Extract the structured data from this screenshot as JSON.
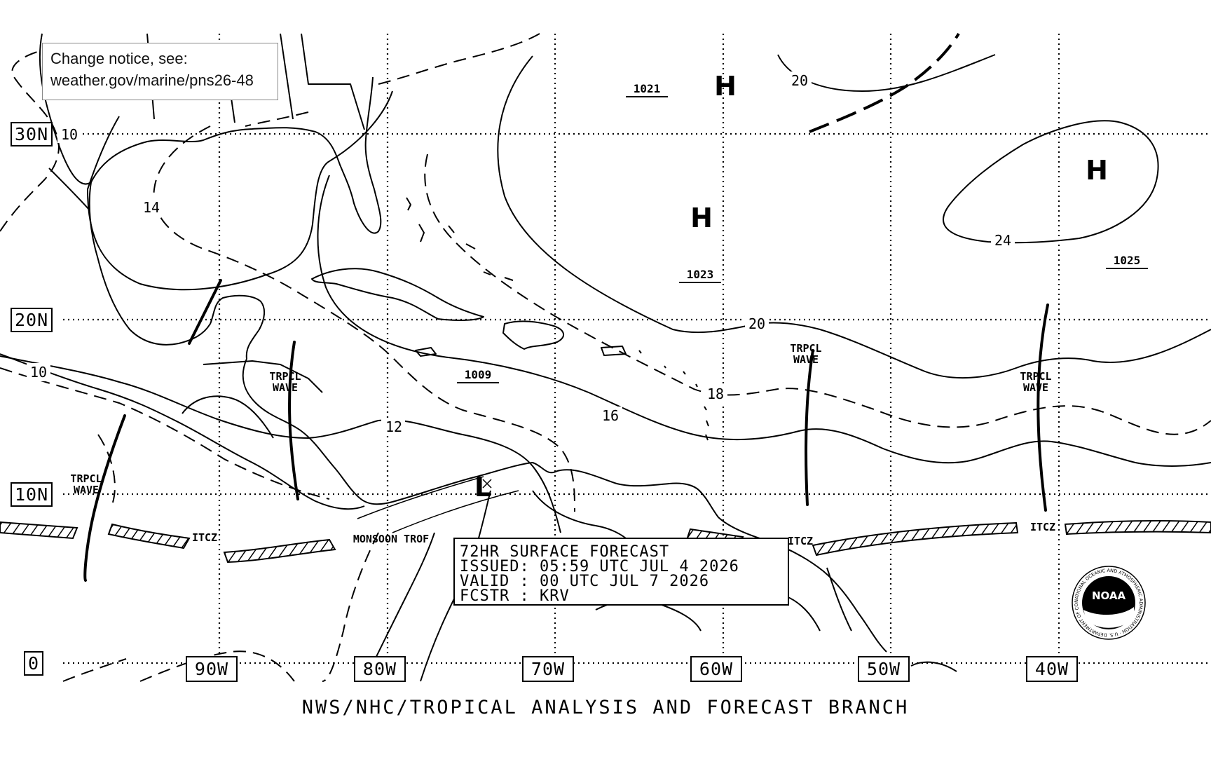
{
  "notice": {
    "line1": "Change notice, see:",
    "line2": "weather.gov/marine/pns26-48"
  },
  "latitudes": [
    "30N",
    "20N",
    "10N",
    "0"
  ],
  "longitudes": [
    "90W",
    "80W",
    "70W",
    "60W",
    "50W",
    "40W"
  ],
  "isobar_labels": [
    "10",
    "14",
    "10",
    "12",
    "16",
    "18",
    "20",
    "20",
    "24"
  ],
  "pressure_labels": [
    "1021",
    "1023",
    "1009",
    "1025"
  ],
  "pressure_centers": [
    "H",
    "H",
    "H",
    "L"
  ],
  "feature_labels": {
    "wave_word1": "TRPCL",
    "wave_word2": "WAVE",
    "itcz": "ITCZ",
    "monsoon": "MONSOON TROF"
  },
  "forecast": {
    "line1": "72HR SURFACE FORECAST",
    "line2": "ISSUED: 05:59 UTC JUL 4 2026",
    "line3": "VALID : 00 UTC JUL 7 2026",
    "line4": "FCSTR : KRV"
  },
  "logo": {
    "text": "NOAA",
    "ring": "NATIONAL OCEANIC AND ATMOSPHERIC ADMINISTRATION · U.S. DEPARTMENT OF COMMERCE"
  },
  "footer": "NWS/NHC/TROPICAL ANALYSIS AND FORECAST BRANCH"
}
